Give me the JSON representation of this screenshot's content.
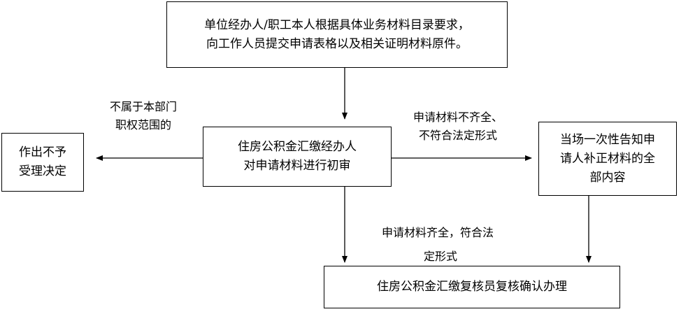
{
  "nodes": {
    "start": {
      "line1": "单位经办人/职工本人根据具体业务材料目录要求，",
      "line2": "向工作人员提交申请表格以及相关证明材料原件。"
    },
    "review": {
      "line1": "住房公积金汇缴经办人",
      "line2": "对申请材料进行初审"
    },
    "reject": {
      "line1": "作出不予",
      "line2": "受理决定"
    },
    "notify": {
      "line1": "当场一次性告知申",
      "line2": "请人补正材料的全",
      "line3": "部内容"
    },
    "confirm": {
      "line1": "住房公积金汇缴复核员复核确认办理"
    }
  },
  "labels": {
    "out_of_scope": {
      "line1": "不属于本部门",
      "line2": "职权范围的"
    },
    "incomplete": {
      "line1": "申请材料不齐全、",
      "line2": "不符合法定形式"
    },
    "complete": {
      "line1": "申请材料齐全，符合法",
      "line2": "定形式"
    }
  },
  "colors": {
    "stroke": "#000000",
    "background": "#ffffff"
  }
}
